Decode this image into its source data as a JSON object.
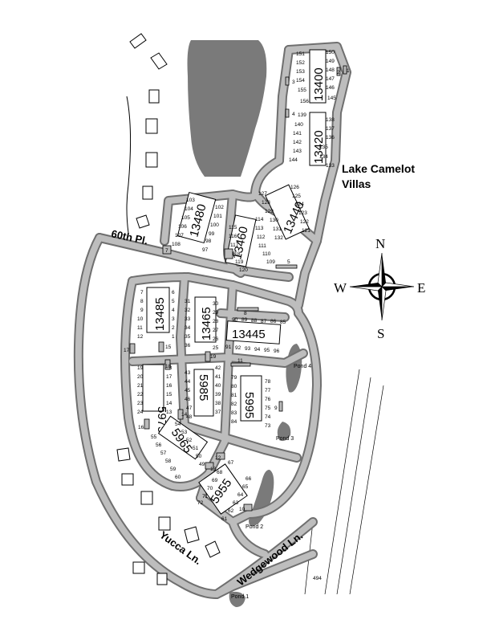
{
  "map": {
    "community_title_line1": "Lake Camelot",
    "community_title_line2": "Villas",
    "streets": {
      "sixtieth": "60th Pl.",
      "yucca": "Yucca Ln.",
      "wedgewood": "Wedgewood Ln."
    },
    "highway": "494",
    "compass": {
      "n": "N",
      "s": "S",
      "e": "E",
      "w": "W"
    },
    "ponds": [
      "Pond 1",
      "Pond 2",
      "Pond 3",
      "Pond 4"
    ],
    "buildings": [
      "13400",
      "13420",
      "13440",
      "13480",
      "13460",
      "13485",
      "13465",
      "13445",
      "5975",
      "5985",
      "5995",
      "5965",
      "5955"
    ],
    "mailboxes": [
      "1",
      "2",
      "3",
      "4",
      "5",
      "6",
      "7",
      "8",
      "9",
      "10",
      "11",
      "12",
      "13",
      "14",
      "15",
      "16",
      "17",
      "18",
      "19"
    ],
    "units": {
      "b13400_left": [
        "151",
        "152",
        "153",
        "154",
        "155",
        "156"
      ],
      "b13400_right": [
        "150",
        "149",
        "148",
        "147",
        "146",
        "145"
      ],
      "b13420_left": [
        "139",
        "140",
        "141",
        "142",
        "143",
        "144"
      ],
      "b13420_right": [
        "138",
        "137",
        "136",
        "135",
        "134",
        "133"
      ],
      "b13440_left": [
        "127",
        "128",
        "129",
        "130",
        "131",
        "132"
      ],
      "b13440_right": [
        "126",
        "125",
        "124",
        "123",
        "122",
        "121"
      ],
      "b13480_left": [
        "103",
        "104",
        "105",
        "106",
        "107",
        "108"
      ],
      "b13480_right": [
        "102",
        "101",
        "100",
        "99",
        "98",
        "97"
      ],
      "b13460_left": [
        "115",
        "116",
        "117",
        "118",
        "119",
        "120"
      ],
      "b13460_right": [
        "114",
        "113",
        "112",
        "111",
        "110",
        "109"
      ],
      "b13485_left": [
        "7",
        "8",
        "9",
        "10",
        "11",
        "12"
      ],
      "b13485_right": [
        "6",
        "5",
        "4",
        "3",
        "2",
        "1"
      ],
      "b13465_left": [
        "31",
        "32",
        "33",
        "34",
        "35",
        "36"
      ],
      "b13465_right": [
        "30",
        "29",
        "28",
        "27",
        "26",
        "25"
      ],
      "b13445_top": [
        "90",
        "89",
        "88",
        "87",
        "86",
        "85"
      ],
      "b13445_bottom": [
        "91",
        "92",
        "93",
        "94",
        "95",
        "96"
      ],
      "b5975_left": [
        "19",
        "20",
        "21",
        "22",
        "23",
        "24"
      ],
      "b5975_right": [
        "18",
        "17",
        "16",
        "15",
        "14",
        "13"
      ],
      "b5985_left": [
        "43",
        "44",
        "45",
        "46",
        "47",
        "48"
      ],
      "b5985_right": [
        "42",
        "41",
        "40",
        "39",
        "38",
        "37"
      ],
      "b5995_left": [
        "79",
        "80",
        "81",
        "82",
        "83",
        "84"
      ],
      "b5995_right": [
        "78",
        "77",
        "76",
        "75",
        "74",
        "73"
      ],
      "b5965_left": [
        "55",
        "56",
        "57",
        "58",
        "59",
        "60"
      ],
      "b5965_right": [
        "54",
        "53",
        "52",
        "51",
        "50",
        "49"
      ],
      "b5955_left": [
        "67",
        "68",
        "69",
        "70",
        "71",
        "72"
      ],
      "b5955_right": [
        "66",
        "65",
        "64",
        "63",
        "62",
        "61"
      ]
    }
  }
}
